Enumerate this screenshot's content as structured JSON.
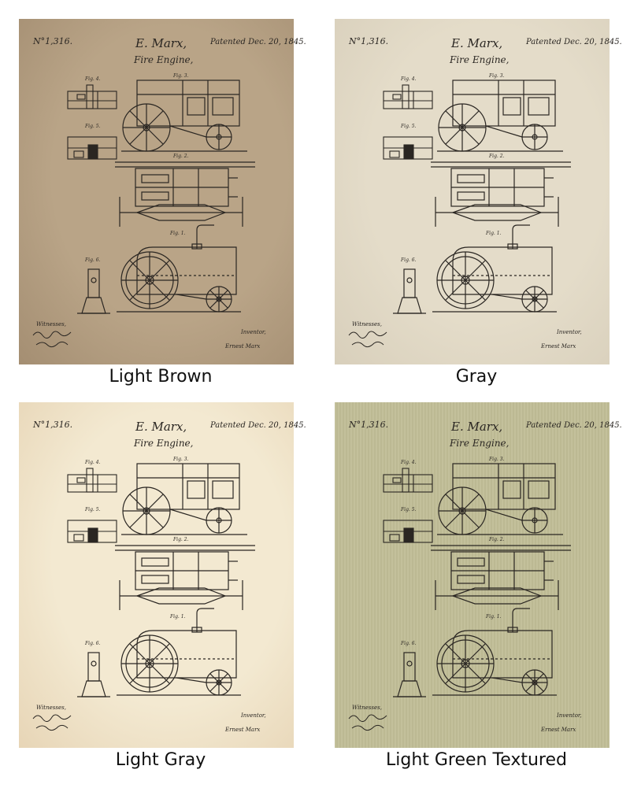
{
  "patent": {
    "number": "N°1,316.",
    "inventor_name": "E. Marx,",
    "title": "Fire Engine,",
    "date": "Patented Dec. 20, 1845.",
    "fig_labels": [
      "Fig. 1.",
      "Fig. 2.",
      "Fig. 3.",
      "Fig. 4.",
      "Fig. 5.",
      "Fig. 6."
    ],
    "witnesses_label": "Witnesses,",
    "inventor_label": "Inventor,",
    "inventor_signature": "Ernest Marx"
  },
  "variants": [
    {
      "label": "Light Brown",
      "color": "#b9a487",
      "color2": "#a48e72"
    },
    {
      "label": "Gray",
      "color": "#e4dcc9",
      "color2": "#d8cfbb"
    },
    {
      "label": "Light Gray",
      "color": "#f3e9d1",
      "color2": "#e7d5b6"
    },
    {
      "label": "Light Green Textured",
      "color": "#c3c09b",
      "color2": "#b5b28b"
    }
  ]
}
